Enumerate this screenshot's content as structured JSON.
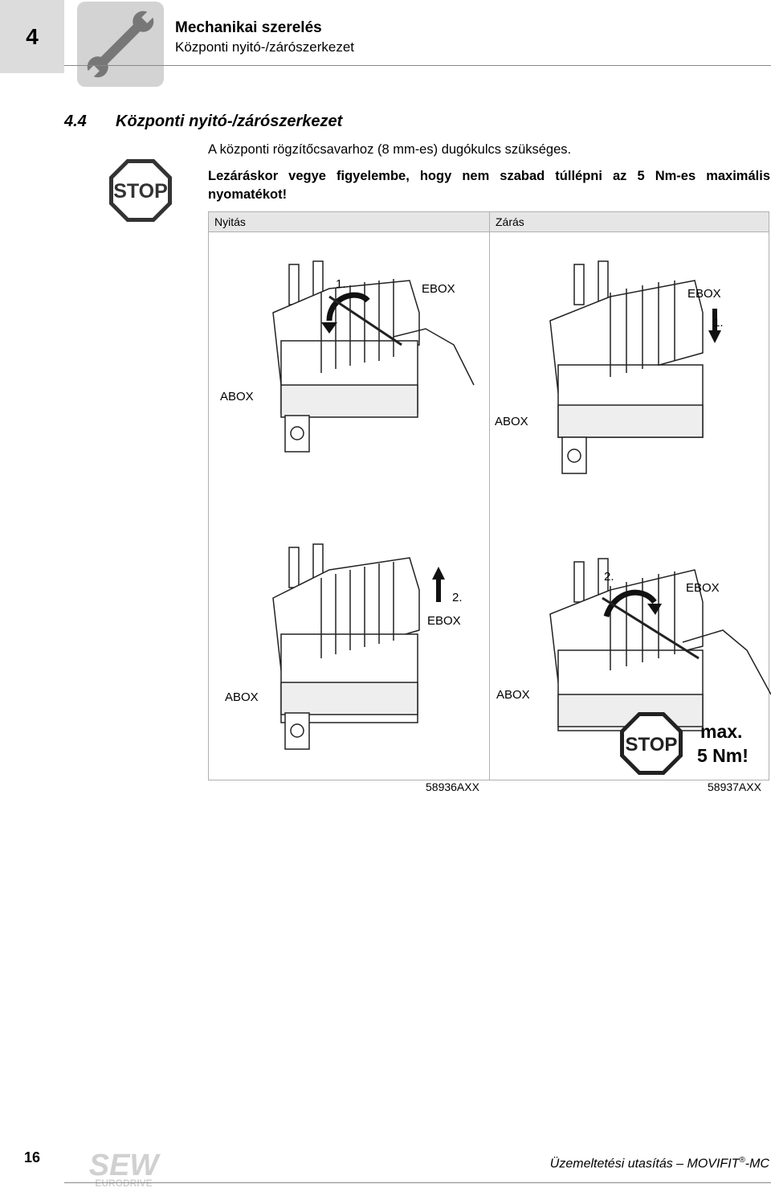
{
  "header": {
    "chapter_number": "4",
    "title": "Mechanikai szerelés",
    "subtitle": "Központi nyitó-/zárószerkezet",
    "icon": "wrench-icon"
  },
  "section": {
    "number": "4.4",
    "title": "Központi nyitó-/zárószerkezet"
  },
  "body": {
    "line1": "A központi rögzítőcsavarhoz (8 mm-es) dugókulcs szükséges.",
    "warning": "Lezáráskor vegye figyelembe, hogy nem szabad túllépni az 5 Nm-es maximális nyomatékot!",
    "warning_icon": "stop-sign-icon",
    "stop_text": "STOP"
  },
  "figure": {
    "col_open": "Nyitás",
    "col_close": "Zárás",
    "open_labels": {
      "step1": "1.",
      "ebox_top": "EBOX",
      "abox_top": "ABOX",
      "step2": "2.",
      "ebox_bottom": "EBOX",
      "abox_bottom": "ABOX",
      "code": "58936AXX"
    },
    "close_labels": {
      "ebox_top": "EBOX",
      "step1": "1.",
      "abox_top": "ABOX",
      "step2": "2.",
      "ebox_bottom": "EBOX",
      "abox_bottom": "ABOX",
      "max_line1": "max.",
      "max_line2": "5 Nm!",
      "code": "58937AXX"
    }
  },
  "footer": {
    "page_number": "16",
    "logo_line1": "SEW",
    "logo_line2": "EURODRIVE",
    "doc_title": "Üzemeltetési utasítás – MOVIFIT",
    "reg_mark": "®",
    "doc_suffix": "-MC"
  }
}
